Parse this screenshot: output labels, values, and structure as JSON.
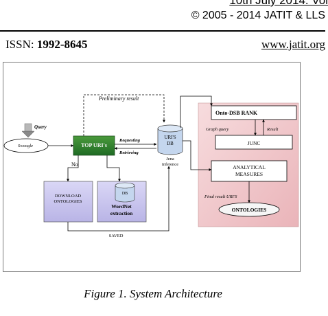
{
  "header": {
    "date": "10th July 2014. Vol",
    "copyright": "© 2005 - 2014 JATIT & LLS",
    "issn_label": "ISSN:",
    "issn_value": "1992-8645",
    "url": "www.jatit.org"
  },
  "diagram": {
    "query": "Query",
    "swoogle": "Swoogle",
    "top_uris": "TOP URI's",
    "no": "No",
    "preliminary_result": "Preliminary result",
    "requesting": "Requesting",
    "retrieving": "Retrieving",
    "uris_db_line1": "URI'S",
    "uris_db_line2": "DB",
    "jena_line1": "Jena",
    "jena_line2": "inference",
    "download_line1": "DOWNLOAD",
    "download_line2": "ONTOLOGIES",
    "db": "DB",
    "wordnet_line1": "WordNet",
    "wordnet_line2": "extraction",
    "saved": "SAVED",
    "onto_dsb_rank": "Onto-DSB RANK",
    "graph_query": "Graph query",
    "result": "Result",
    "junc": "JUNC",
    "analytical_line1": "ANALYTICAL",
    "analytical_line2": "MEASURES",
    "final_result": "Final result URI'S",
    "ontologies": "ONTOLOGIES"
  },
  "caption": "Figure 1. System Architecture",
  "colors": {
    "top_uris_fill": "#2e7d2e",
    "pink_panel": "#f2c9cc",
    "lavender": "#c9c6ee",
    "db_blue": "#c4d6ee"
  }
}
